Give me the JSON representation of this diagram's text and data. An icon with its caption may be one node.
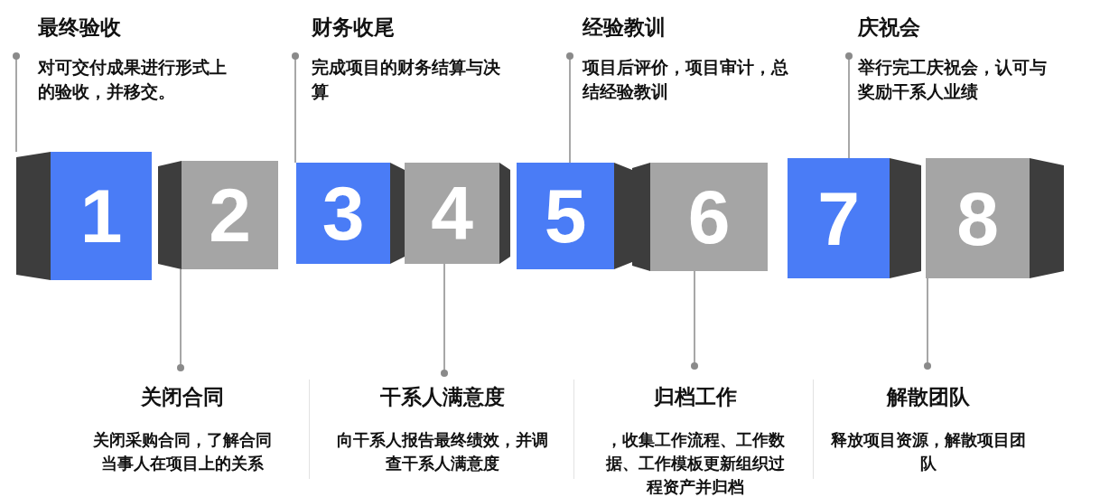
{
  "diagram": {
    "nodes": [
      {
        "text": [
          "最终验收",
          "对可交付成果进行形式上的验收，并移交。"
        ]
      },
      {
        "text": [
          "财务收尾",
          "完成项目的财务结算与决算"
        ]
      },
      {
        "text": [
          "经验教训",
          "项目后评价，项目审计，总结经验教训"
        ]
      },
      {
        "text": [
          "庆祝会",
          "举行完工庆祝会，认可与奖励干系人业绩"
        ]
      },
      {
        "text": [
          "1"
        ]
      },
      {
        "text": [
          "2"
        ]
      },
      {
        "text": [
          "3"
        ]
      },
      {
        "text": [
          "4"
        ]
      },
      {
        "text": [
          "5"
        ]
      },
      {
        "text": [
          "6"
        ]
      },
      {
        "text": [
          "7"
        ]
      },
      {
        "text": [
          "8"
        ]
      },
      {
        "text": [
          "关闭合同",
          "关闭采购合同，了解合同当事人在项目上的关系"
        ]
      },
      {
        "text": [
          "干系人满意度",
          "向干系人报告最终绩效，并调查干系人满意度"
        ]
      },
      {
        "text": [
          "归档工作",
          "，收集工作流程、工作数据、工作模板更新组织过程资产并归档"
        ]
      },
      {
        "text": [
          "解散团队",
          "释放项目资源，解散项目团队"
        ]
      }
    ],
    "edges": [
      {
        "from": 0,
        "to": 4,
        "arrow": "other"
      },
      {
        "from": 1,
        "to": 6,
        "arrow": "other"
      },
      {
        "from": 2,
        "to": 8,
        "arrow": "other"
      },
      {
        "from": 3,
        "to": 10,
        "arrow": "other"
      },
      {
        "from": 12,
        "to": 5,
        "arrow": "other"
      },
      {
        "from": 13,
        "to": 7,
        "arrow": "other"
      },
      {
        "from": 14,
        "to": 9,
        "arrow": "other"
      },
      {
        "from": 15,
        "to": 11,
        "arrow": "other"
      }
    ]
  }
}
